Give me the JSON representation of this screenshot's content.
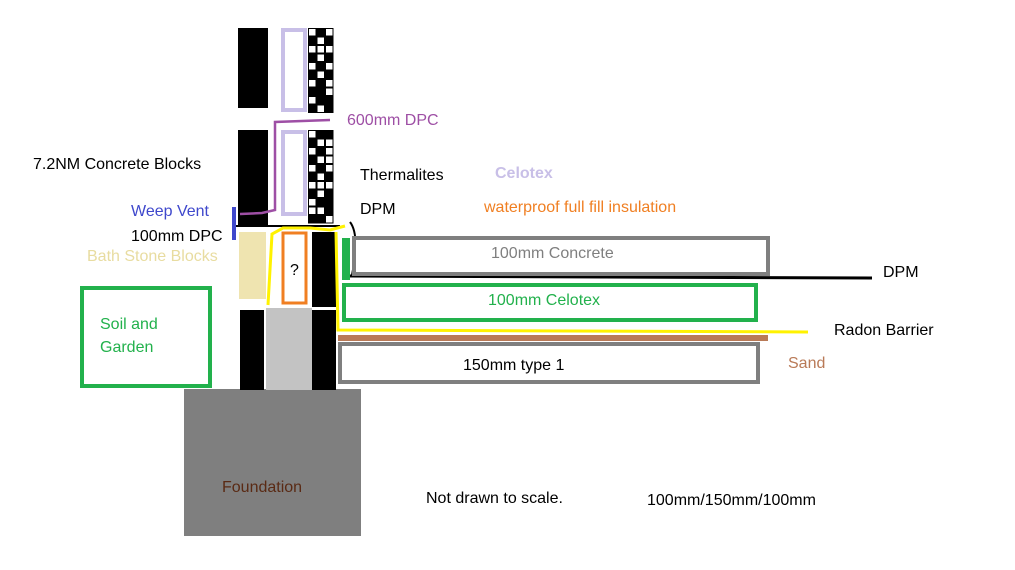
{
  "labels": {
    "concrete_blocks": "7.2NM Concrete Blocks",
    "dpc_600": "600mm DPC",
    "thermalites": "Thermalites",
    "celotex_top": "Celotex",
    "dpm_top": "DPM",
    "waterproof_insulation": "waterproof full fill insulation",
    "weep_vent": "Weep Vent",
    "dpc_100": "100mm DPC",
    "bath_stone_blocks": "Bath Stone Blocks",
    "question_mark": "?",
    "concrete_100": "100mm Concrete",
    "dpm_right": "DPM",
    "celotex_100": "100mm Celotex",
    "radon_barrier": "Radon Barrier",
    "soil_and_garden_line1": "Soil and",
    "soil_and_garden_line2": "Garden",
    "type1_150": "150mm type 1",
    "sand": "Sand",
    "foundation": "Foundation",
    "not_to_scale": "Not drawn to scale.",
    "dimensions": "100mm/150mm/100mm"
  },
  "colors": {
    "dpc_purple": "#9e4fa5",
    "celotex_lavender": "#c8bfe7",
    "insulation_orange": "#f07f22",
    "weep_vent_blue": "#3f48cc",
    "bath_stone": "#efe4b0",
    "bath_stone_text": "#e8dca0",
    "green": "#22b14c",
    "radon_yellow": "#fff200",
    "sand_brown": "#b97a57",
    "grey_outline": "#7f7f7f",
    "foundation_grey": "#7f7f7f",
    "cavity_grey": "#c3c3c3",
    "foundation_text": "#5a2a14"
  }
}
